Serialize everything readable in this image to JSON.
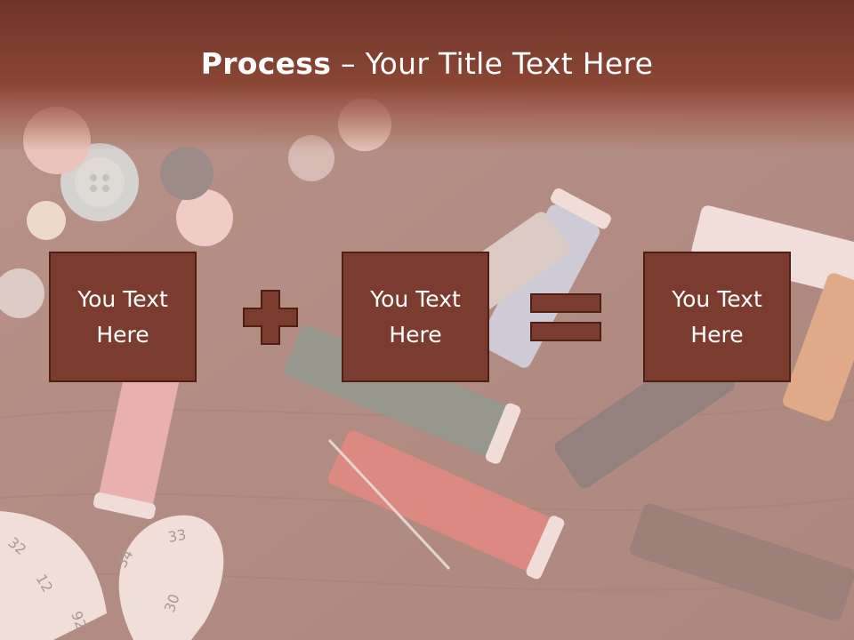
{
  "title": {
    "bold": "Process",
    "dash": " – ",
    "rest": "Your Title Text Here"
  },
  "boxes": [
    {
      "label": "You Text Here"
    },
    {
      "label": "You Text Here"
    },
    {
      "label": "You Text Here"
    }
  ],
  "operators": [
    "plus",
    "equals"
  ],
  "tape_numbers": [
    "32",
    "33",
    "34",
    "12",
    "92",
    "30"
  ],
  "colors": {
    "box_fill": "#7b3c2f",
    "box_border": "#4e1f15",
    "title_band": "#7a3d2e",
    "operator": "#7b3c2f"
  }
}
